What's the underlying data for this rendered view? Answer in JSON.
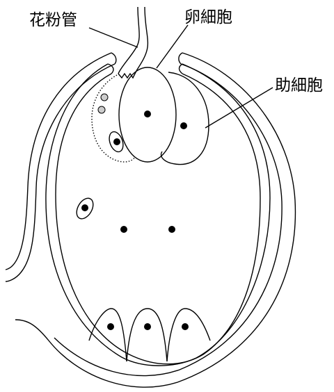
{
  "labels": {
    "pollen_tube": "花粉管",
    "egg_cell": "卵細胞",
    "synergid": "助細胞"
  },
  "colors": {
    "line": "#000000",
    "background": "#ffffff",
    "nucleus_fill": "#000000",
    "pollen_nucleus_fill": "#cccccc"
  }
}
